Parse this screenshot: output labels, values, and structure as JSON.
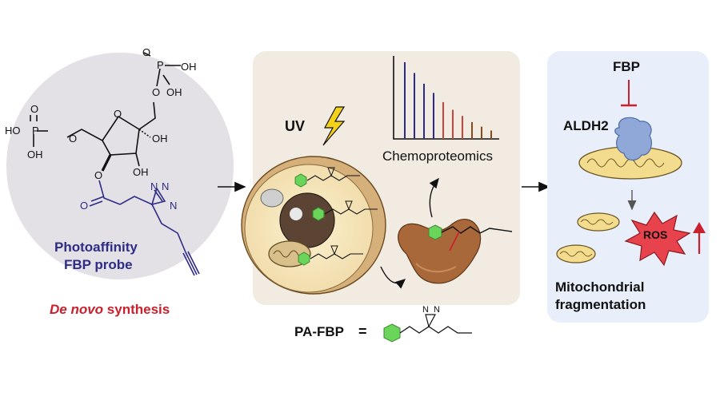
{
  "probe_panel": {
    "caption_line1": "Photoaffinity",
    "caption_line2": "FBP probe",
    "synthesis_italic": "De novo",
    "synthesis_rest": " synthesis",
    "atoms": {
      "O": "O",
      "P": "P",
      "OH": "OH",
      "HO": "HO",
      "N": "N"
    }
  },
  "experiment_panel": {
    "uv_label": "UV",
    "chemoproteomics_label": "Chemoproteomics",
    "spectrum_bars": [
      {
        "height": 1.0,
        "color": "#2b2a8c"
      },
      {
        "height": 0.86,
        "color": "#2b2a8c"
      },
      {
        "height": 0.72,
        "color": "#2b2a8c"
      },
      {
        "height": 0.6,
        "color": "#2b2a8c"
      },
      {
        "height": 0.48,
        "color": "#d0413a"
      },
      {
        "height": 0.38,
        "color": "#d0413a"
      },
      {
        "height": 0.3,
        "color": "#d0413a"
      },
      {
        "height": 0.22,
        "color": "#8a4a1c"
      },
      {
        "height": 0.16,
        "color": "#8a4a1c"
      },
      {
        "height": 0.11,
        "color": "#8a4a1c"
      }
    ]
  },
  "legend": {
    "pa_fbp_label": "PA-FBP",
    "equals": "=",
    "diazirine_n": "N"
  },
  "result_panel": {
    "fbp_label": "FBP",
    "aldh2_label": "ALDH2",
    "ros_label": "ROS",
    "outcome_line1": "Mitochondrial",
    "outcome_line2": "fragmentation"
  },
  "colors": {
    "probe_circle": "#e3e1e6",
    "experiment_panel": "#f1ebe2",
    "result_panel": "#e8effa",
    "accent_red": "#c8202c",
    "accent_blue": "#2e2c85",
    "hexagon_green": "#6bd45a",
    "lightning": "#f5d21a",
    "mito_fill": "#f4dc8e"
  }
}
